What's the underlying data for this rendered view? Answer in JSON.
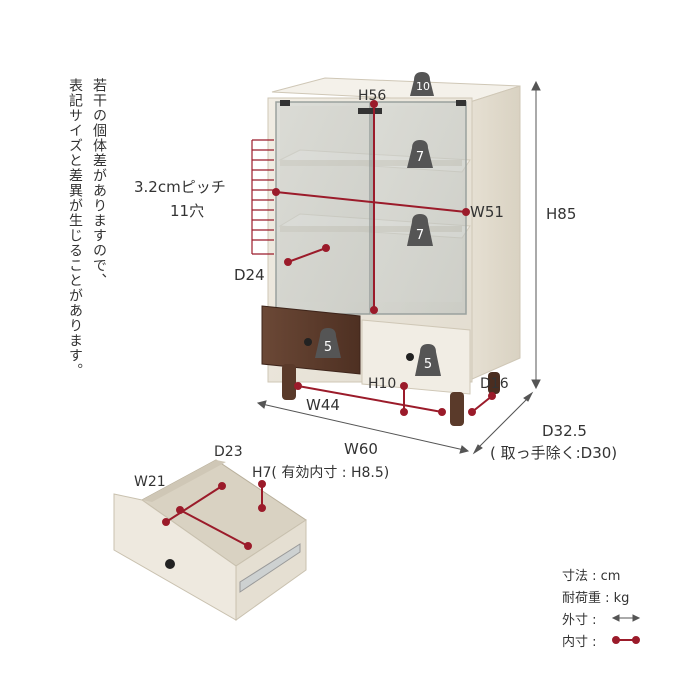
{
  "note": {
    "line1": "若干の個体差がありますので、",
    "line2": "表記サイズと差異が生じることがあります。"
  },
  "dims": {
    "h56": "H56",
    "pitch": "3.2cmピッチ",
    "holes": "11穴",
    "w51": "W51",
    "h85": "H85",
    "d24": "D24",
    "h10": "H10",
    "d16": "D16",
    "w44": "W44",
    "w60": "W60",
    "d325": "D32.5",
    "d30": "( 取っ手除く:D30)",
    "d23": "D23",
    "w21": "W21",
    "h7": "H7( 有効内寸 : H8.5)"
  },
  "loads": {
    "top": "10",
    "shelf1": "7",
    "shelf2": "7",
    "drawer_left": "5",
    "drawer_right": "5"
  },
  "legend": {
    "unit_size": "寸法 : cm",
    "unit_load": "耐荷重 : kg",
    "outer": "外寸 :",
    "inner": "内寸 :"
  },
  "colors": {
    "inner_dim": "#9b1b2a",
    "wood_light": "#ece7dc",
    "wood_dark": "#5b3a2a",
    "outer_line": "#555555"
  }
}
